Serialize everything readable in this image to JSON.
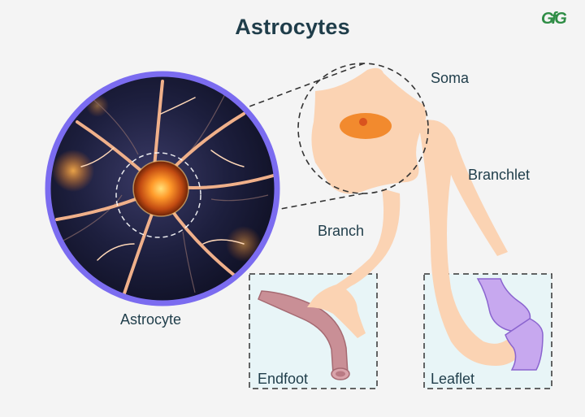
{
  "title": "Astrocytes",
  "logo_text": "GfG",
  "labels": {
    "soma": "Soma",
    "branchlet": "Branchlet",
    "branch": "Branch",
    "astrocyte": "Astrocyte",
    "endfoot": "Endfoot",
    "leaflet": "Leaflet"
  },
  "colors": {
    "title": "#1f3d4a",
    "cell_fill": "#fbd3b3",
    "nucleus_outer": "#f28a2e",
    "nucleus_inner": "#d9531e",
    "vessel": "#c98f96",
    "synapse": "#c7a8ef",
    "photo_ring": "#7b6cf0",
    "box_fill": "#e8f5f7",
    "logo": "#2f8d46"
  }
}
